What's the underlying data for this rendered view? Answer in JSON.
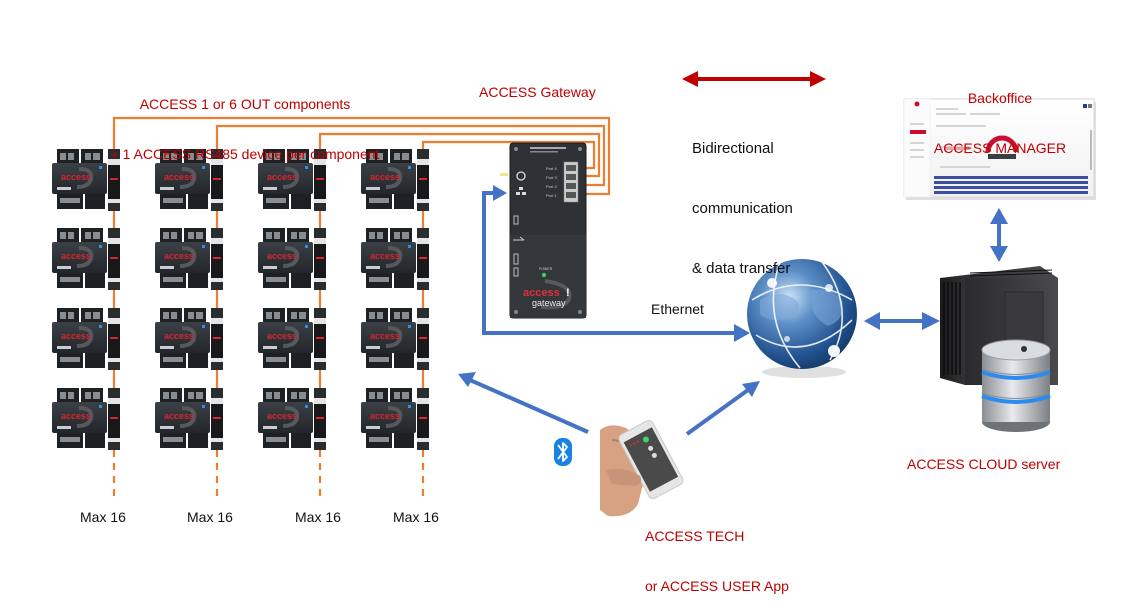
{
  "colors": {
    "label_red": "#c00000",
    "wire_orange": "#ed7d31",
    "arrow_blue": "#4472c4",
    "arrow_red": "#c00000",
    "device_dark": "#2b2f33"
  },
  "labels": {
    "components_title_line1": "ACCESS 1 or 6 OUT components",
    "components_title_line2": "+ 1 ACCESS RS485 device per component",
    "gateway_title": "ACCESS Gateway",
    "bidirectional_line1": "Bidirectional",
    "bidirectional_line2": "communication",
    "bidirectional_line3": "& data transfer",
    "backoffice_line1": "Backoffice",
    "backoffice_line2": "ACCESS MANAGER",
    "ethernet": "Ethernet",
    "cloud_server": "ACCESS CLOUD server",
    "app_line1": "ACCESS TECH",
    "app_line2": "or ACCESS USER App"
  },
  "columns": [
    {
      "max_label": "Max 16"
    },
    {
      "max_label": "Max 16"
    },
    {
      "max_label": "Max 16"
    },
    {
      "max_label": "Max 16"
    }
  ],
  "grid": {
    "columns": 4,
    "rows": 4
  },
  "gateway": {
    "brand_top": "access",
    "brand_accent": "!",
    "brand_bottom": "gateway",
    "ports": [
      "Port 4",
      "Port 3",
      "Port 2",
      "Port 1"
    ],
    "power_label": "POWER"
  },
  "module": {
    "brand": "access"
  },
  "icons": {
    "bluetooth": "bluetooth-icon",
    "globe": "globe-icon",
    "server": "server-icon",
    "database": "database-icon",
    "smartphone": "smartphone-in-hand-icon"
  }
}
